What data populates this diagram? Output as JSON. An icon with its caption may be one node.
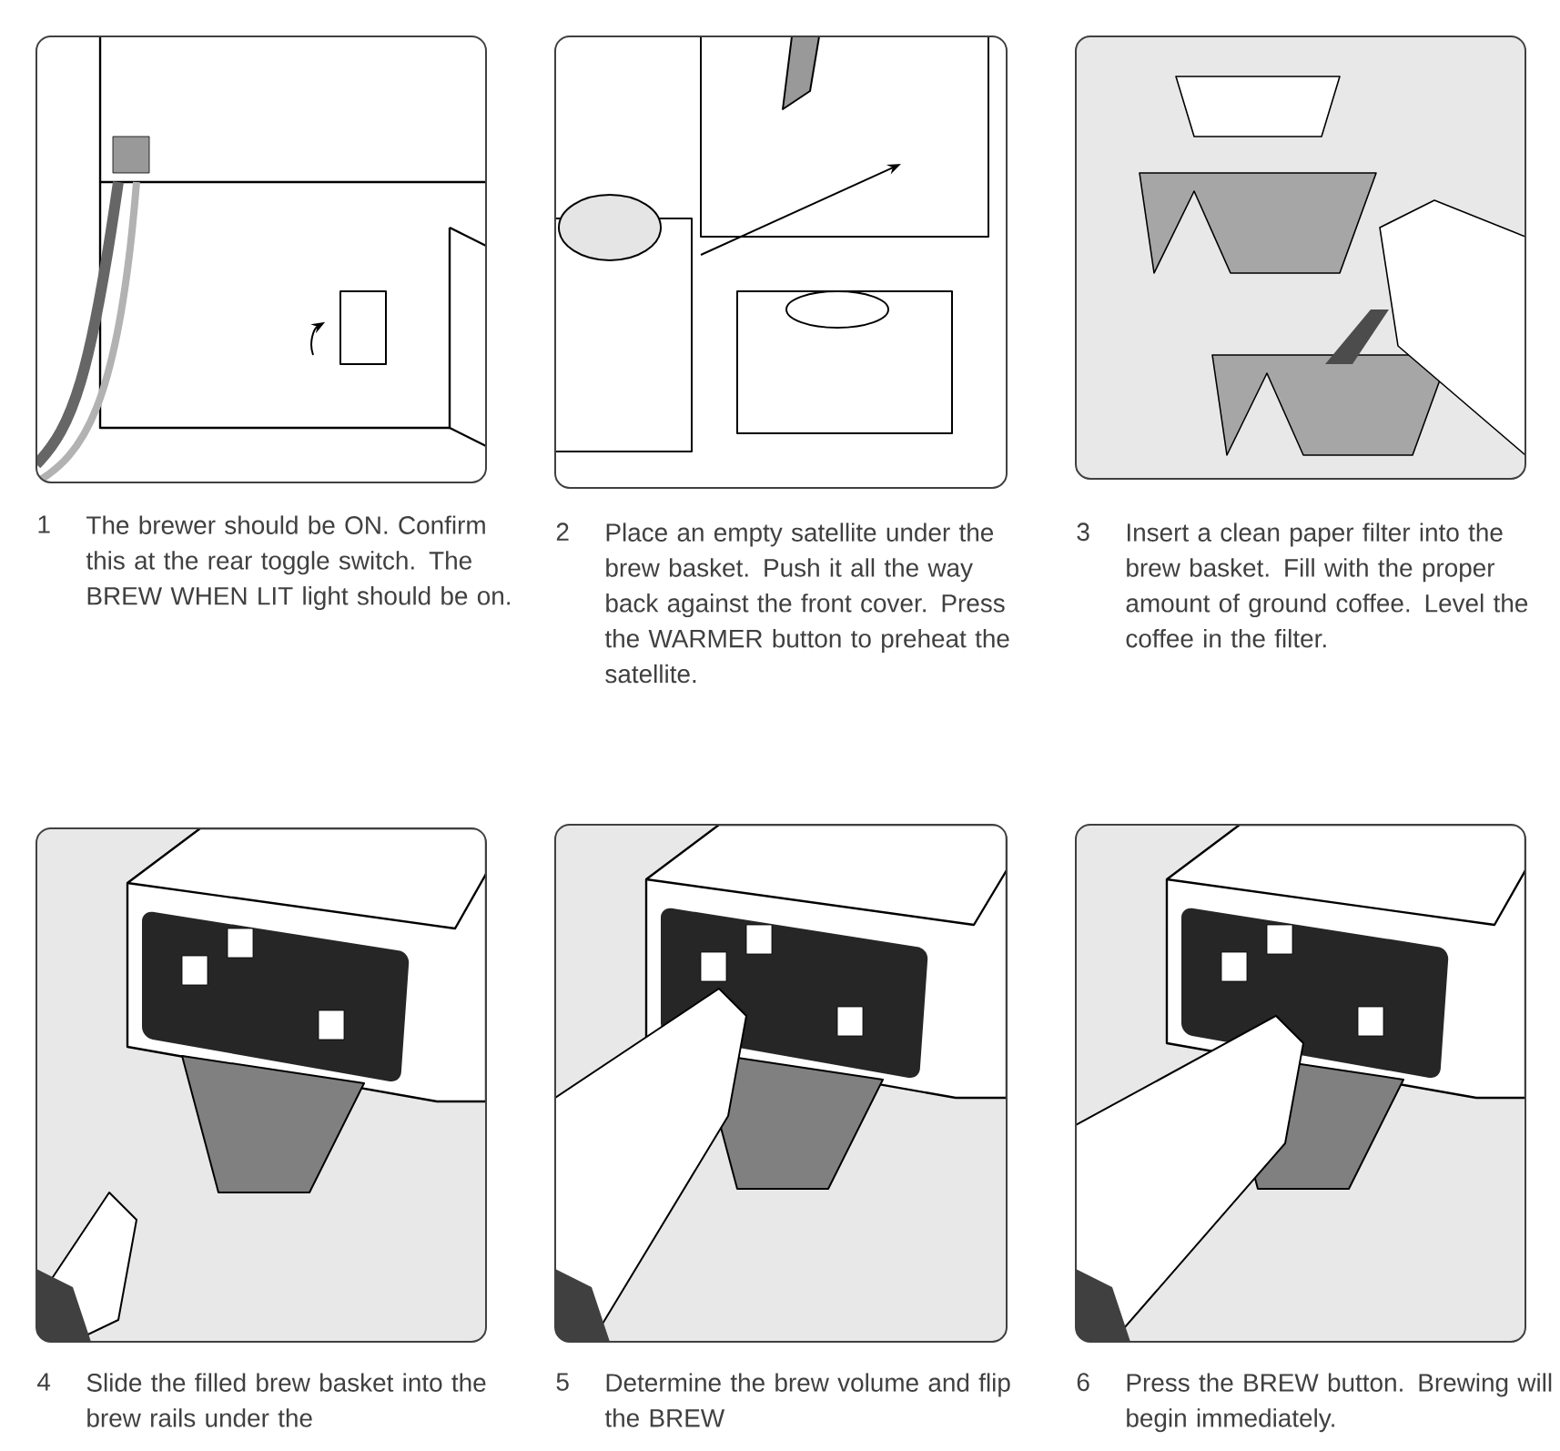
{
  "diagram": {
    "labels": [
      "1",
      "The brewer should be ON. Confirm this at the rear toggle switch. The BREW WHEN LIT light should be on.",
      "2",
      "Place an empty satellite under the brew basket. Push it all the way back against the front cover. Press the WARMER button to preheat the satellite.",
      "3",
      "Insert a clean paper filter into the brew basket. Fill with the proper amount of ground coffee. Level the coffee in the filter.",
      "4",
      "Slide the filled brew basket into the brew rails under the",
      "5",
      "Determine the brew volume and flip the BREW",
      "6",
      "Press the BREW button. Brewing will begin immediately."
    ]
  }
}
